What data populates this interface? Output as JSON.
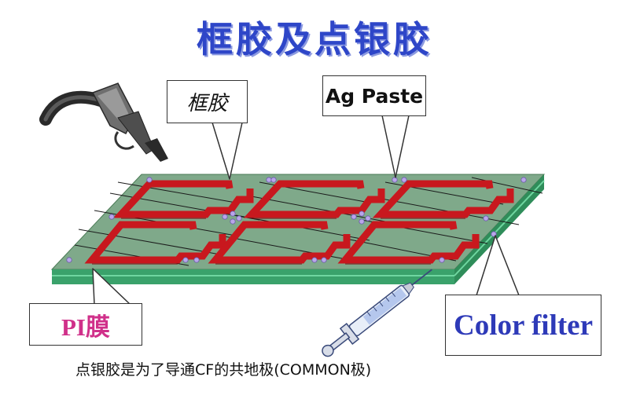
{
  "title": "框胶及点银胶",
  "labels": {
    "frame_sealant": "框胶",
    "ag_paste": "Ag Paste",
    "pi_film": "PI膜",
    "color_filter": "Color filter"
  },
  "caption": "点银胶是为了导通CF的共地极(COMMON极)",
  "colors": {
    "title": "#2e46c8",
    "panel_top": "#7fa98a",
    "panel_edge": "#3aa26b",
    "sealant": "#c8181e",
    "dots": "#b9a6ea",
    "pi_text": "#d0308a",
    "cf_text": "#2e3ab8"
  },
  "icons": [
    "glue-nozzle-icon",
    "syringe-icon"
  ]
}
